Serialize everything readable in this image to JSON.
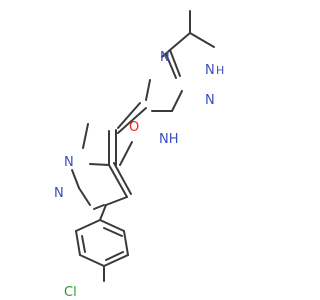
{
  "structure": {
    "atoms": {
      "o_amide": "O",
      "nh_amide": "NH",
      "n_triazole_top": "N",
      "h_triazole": "H",
      "n_triazole_nh": "N",
      "n_triazole_lower": "N",
      "n_pyrazole_1": "N",
      "n_pyrazole_2": "N",
      "cl": "Cl"
    },
    "colors": {
      "nitrogen": "#3b4cc0",
      "oxygen": "#e8261c",
      "chlorine": "#2a9a2a",
      "carbon": "#3a3a3a"
    }
  }
}
